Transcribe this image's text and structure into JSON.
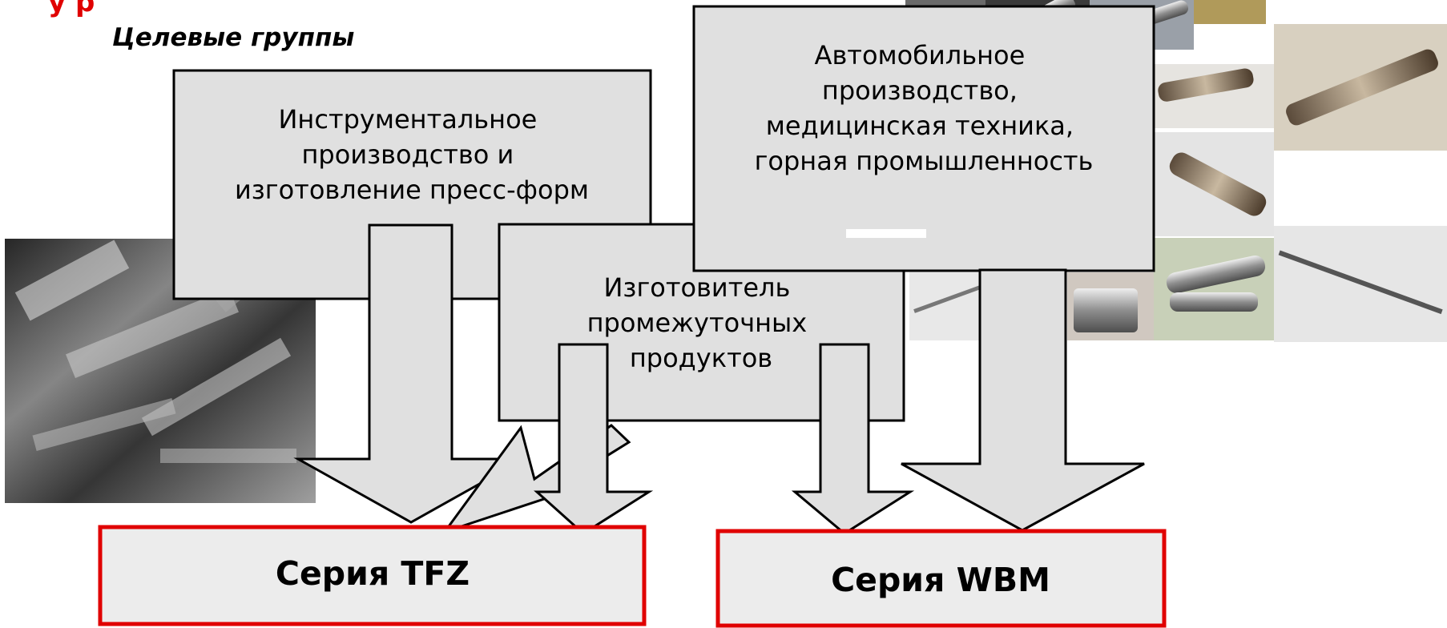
{
  "header": {
    "top_title_partial": "у                    р",
    "subtitle": "Целевые группы"
  },
  "boxes": {
    "tooling": {
      "lines": [
        "Инструментальное",
        "производство и",
        "изготовление пресс-форм"
      ]
    },
    "automotive": {
      "lines": [
        "Автомобильное",
        "производство,",
        "медицинская техника,",
        "горная промышленность"
      ]
    },
    "intermediate": {
      "lines": [
        "Изготовитель",
        "промежуточных",
        "продуктов"
      ]
    }
  },
  "series": {
    "tfz": "Серия TFZ",
    "wbm": "Серия WBM"
  },
  "colors": {
    "box_fill": "#e0e0e0",
    "series_fill": "#ececec",
    "series_border": "#e00000",
    "title_red": "#e00000",
    "outline": "#000000"
  },
  "images": {
    "mold_photo": "metal-mold-photo",
    "parts_collage": "machined-parts-photo-collage"
  }
}
